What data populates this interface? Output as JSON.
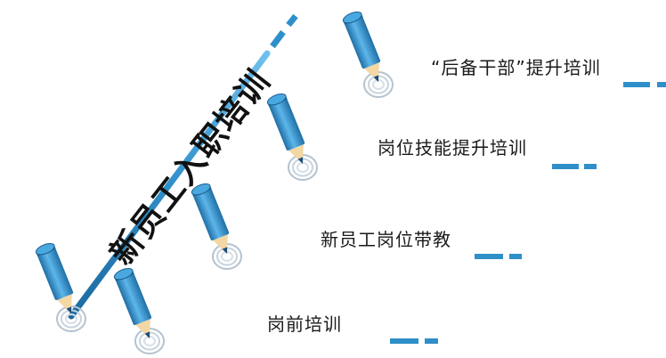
{
  "title": "新员工入职培训",
  "steps": [
    {
      "label": "“后备干部”提升培训"
    },
    {
      "label": "岗位技能提升培训"
    },
    {
      "label": "新员工岗位带教"
    },
    {
      "label": "岗前培训"
    }
  ],
  "colors": {
    "accent": "#2f8fc9",
    "pencil_body": "#3a9ad6",
    "pencil_shade": "#1f6fa5",
    "wood": "#f3d7a4",
    "ring": "#b9c7d3"
  }
}
